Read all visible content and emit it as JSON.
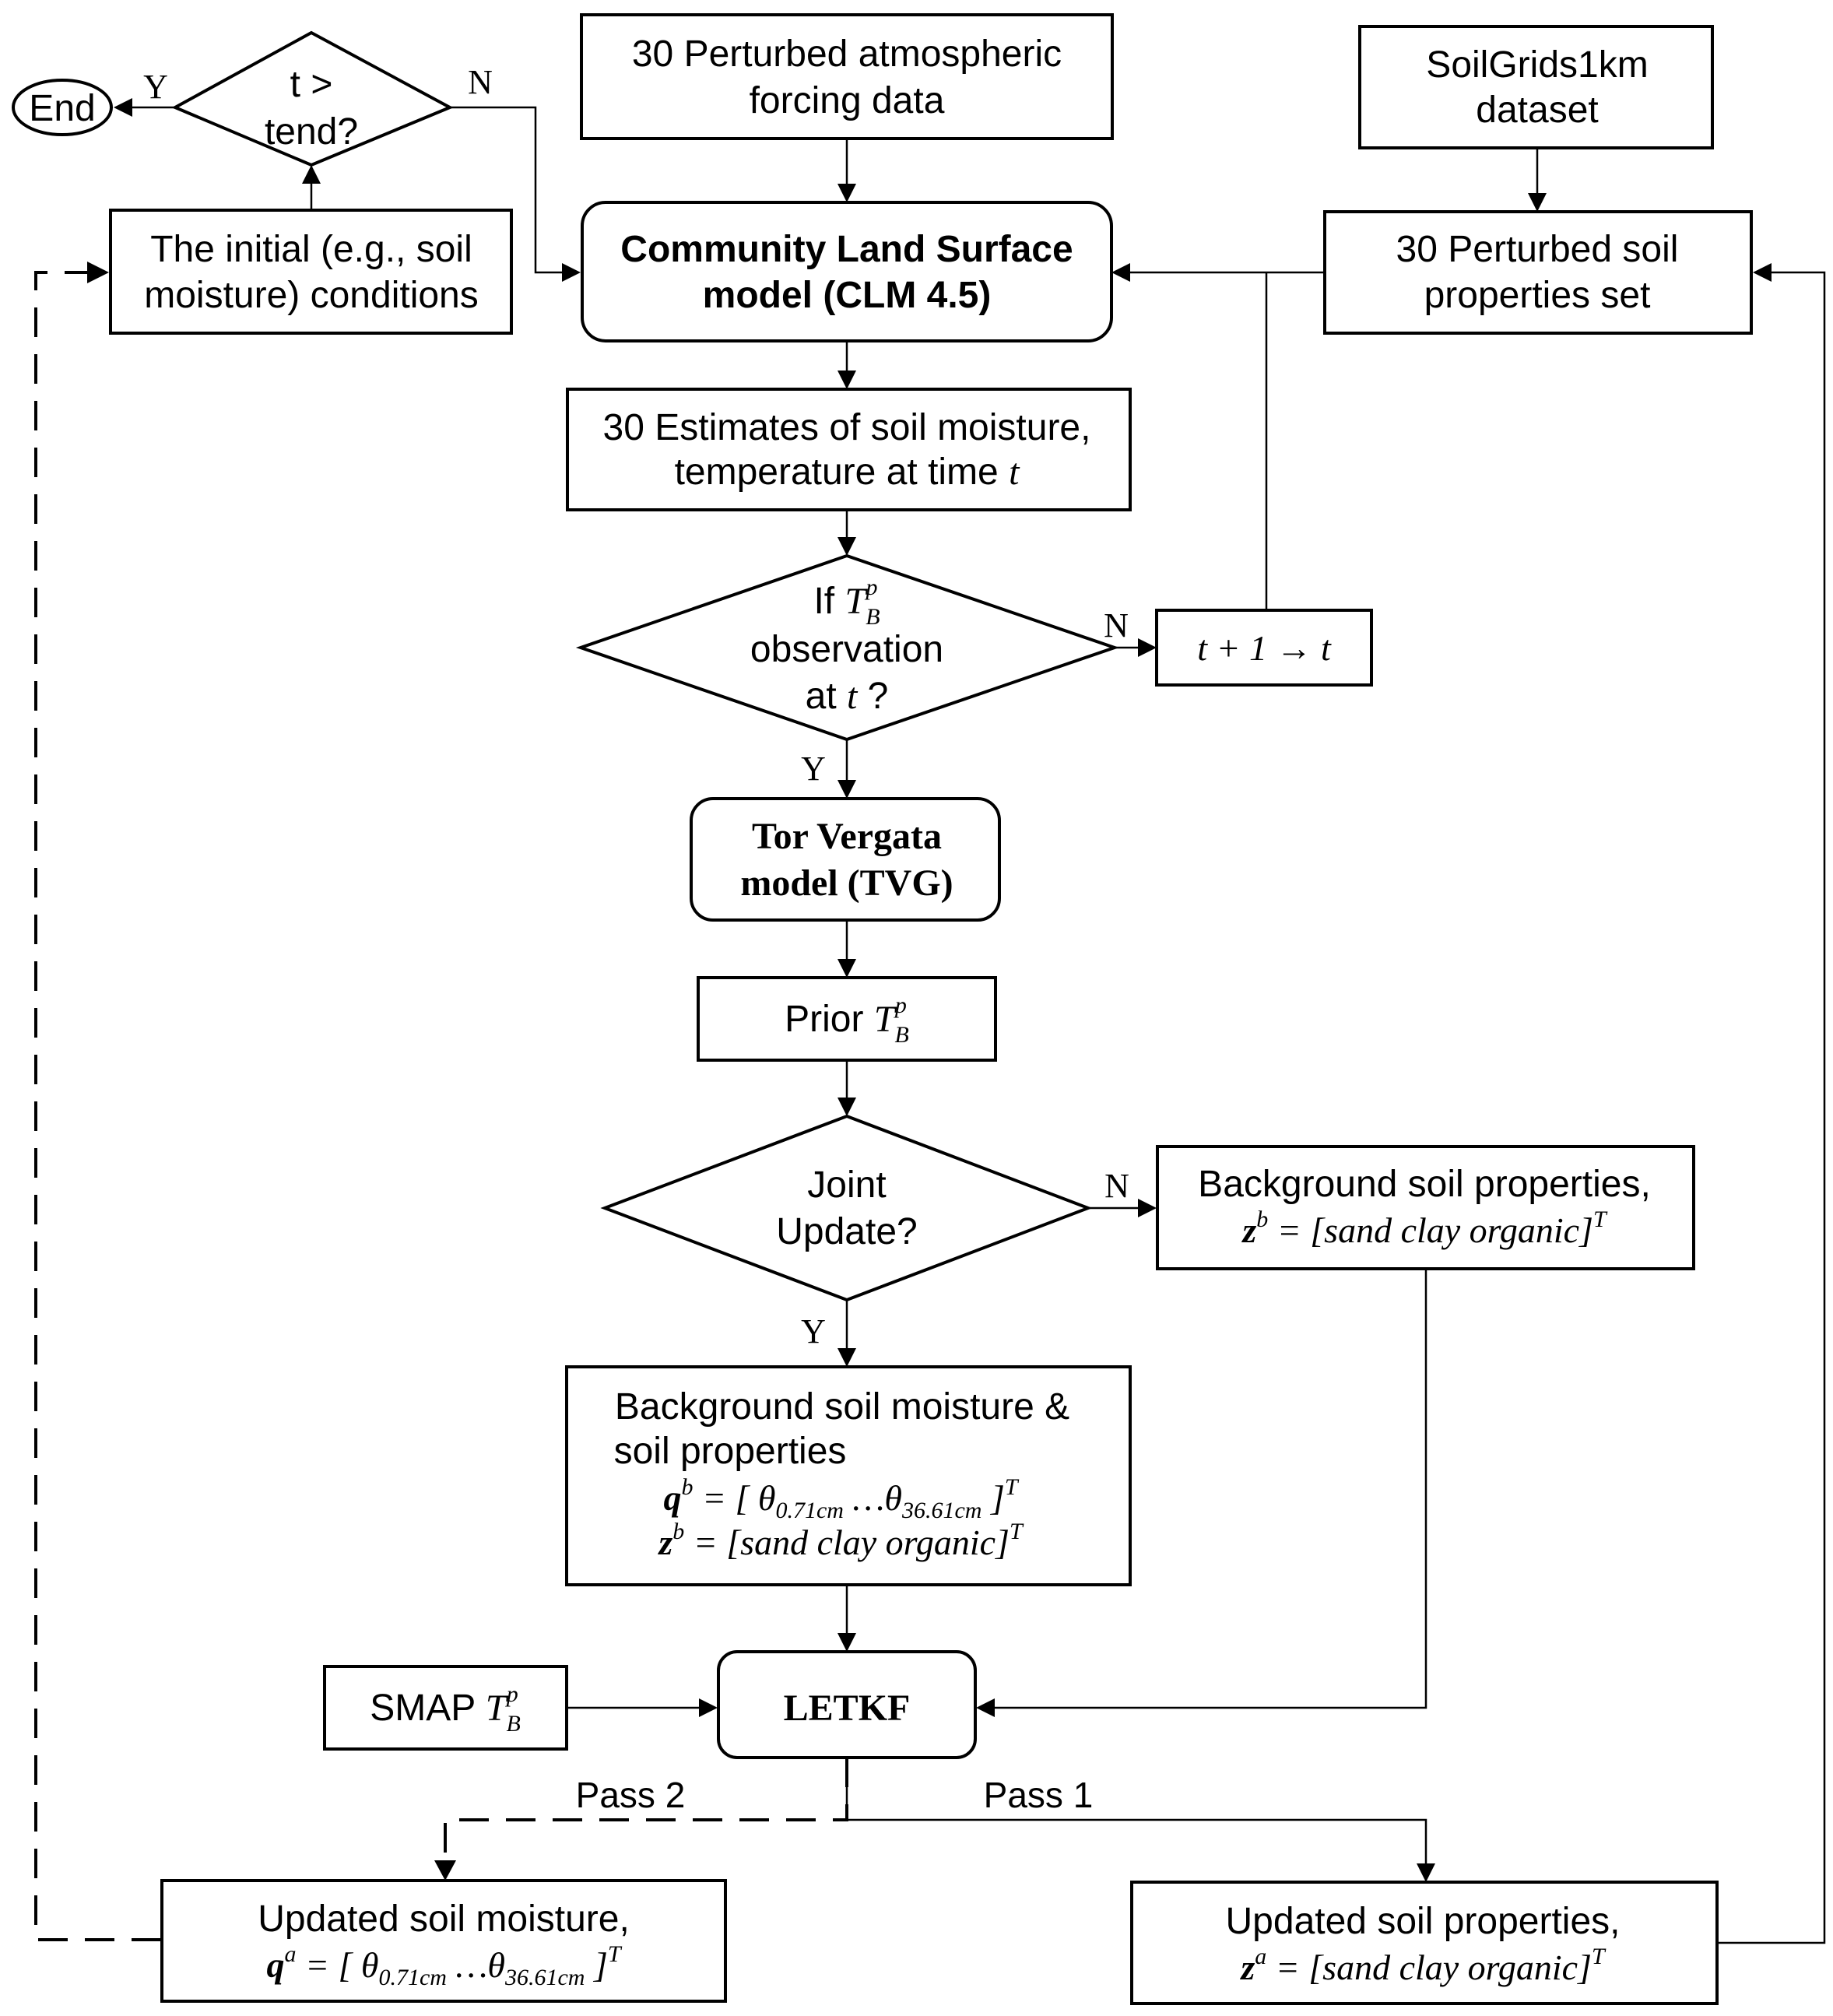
{
  "nodes": {
    "end": "End",
    "t_tend_1": "t >",
    "t_tend_2": "tend?",
    "forcing_1": "30 Perturbed atmospheric",
    "forcing_2": "forcing data",
    "soilgrids_1": "SoilGrids1km",
    "soilgrids_2": "dataset",
    "initial_1": "The initial (e.g., soil",
    "initial_2": "moisture) conditions",
    "clm_1": "Community Land Surface",
    "clm_2": "model (CLM 4.5)",
    "perturbed_soil_1": "30 Perturbed soil",
    "perturbed_soil_2": "properties set",
    "estimates_1": "30 Estimates of soil moisture,",
    "estimates_2": "temperature at time t",
    "if_obs_1": "If T_B^p",
    "if_obs_2": "observation",
    "if_obs_3": "at t ?",
    "t_increment": "t + 1 → t",
    "tvg_1": "Tor Vergata",
    "tvg_2": "model (TVG)",
    "prior": "Prior T_B^p",
    "joint_1": "Joint",
    "joint_2": "Update?",
    "bg_props_1": "Background soil properties,",
    "bg_props_2": "z^b = [sand clay organic]^T",
    "bg_both_1": "Background soil moisture &",
    "bg_both_2": "soil properties",
    "bg_both_3": "q^b = [ θ_0.71cm ...θ_36.61cm ]^T",
    "bg_both_4": "z^b = [sand clay organic]^T",
    "smap": "SMAP T_B^p",
    "letkf": "LETKF",
    "upd_sm_1": "Updated soil moisture,",
    "upd_sm_2": "q^a = [ θ_0.71cm ...θ_36.61cm ]^T",
    "upd_sp_1": "Updated soil properties,",
    "upd_sp_2": "z^a = [sand clay organic]^T"
  },
  "labels": {
    "yes": "Y",
    "no": "N",
    "pass1": "Pass 1",
    "pass2": "Pass 2"
  }
}
